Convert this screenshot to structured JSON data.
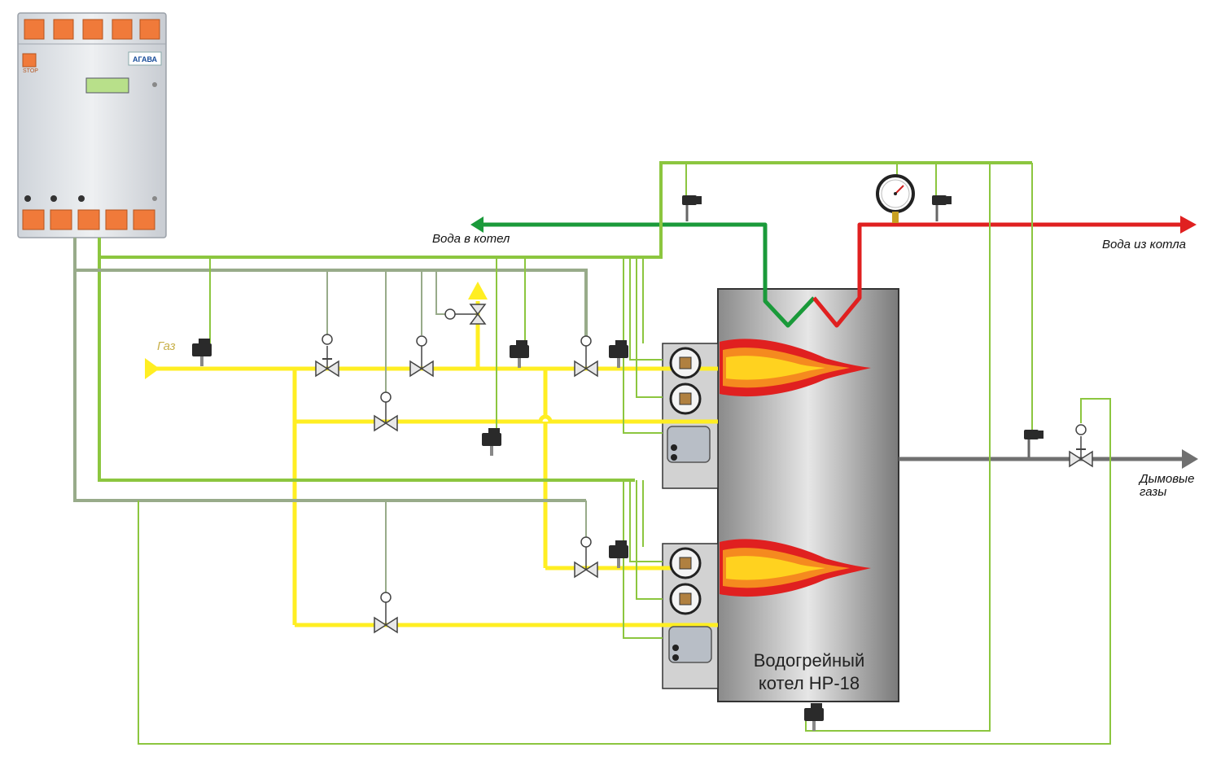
{
  "labels": {
    "water_in": "Вода в котел",
    "water_out": "Вода из котла",
    "gas": "Газ",
    "flue_line1": "Дымовые",
    "flue_line2": "газы",
    "boiler_line1": "Водогрейный",
    "boiler_line2": "котел НР-18",
    "panel_brand": "АГАВА",
    "panel_stop": "STOP"
  },
  "colors": {
    "gas_pipe": "#ffee22",
    "control_wire": "#8cc63f",
    "power_wire": "#98ab8a",
    "water_in": "#1a9a3a",
    "water_out": "#e02020",
    "flue_pipe": "#707070",
    "boiler_body": "#b0b0b0",
    "panel_body": "#d9dde2",
    "panel_module": "#f07a3a"
  }
}
